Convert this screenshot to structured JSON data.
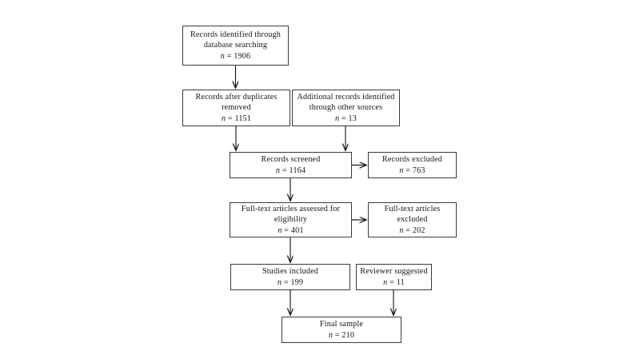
{
  "diagram": {
    "type": "prisma-flow-diagram",
    "background_color": "#ffffff",
    "box_border_color": "#3a3a3a",
    "text_color": "#151515",
    "arrow_color": "#1a1a1a",
    "boxes": {
      "identified": {
        "line1": "Records identified through",
        "line2": "database searching",
        "count_label": "n",
        "count_eq": " = ",
        "count_value": "1906",
        "count_text": "n = 1906"
      },
      "duplicates": {
        "line1": "Records after duplicates",
        "line2": "removed",
        "count_label": "n",
        "count_value": "1151",
        "count_text": "n = 1151"
      },
      "additional": {
        "line1": "Additional records identified",
        "line2": "through other sources",
        "count_label": "n",
        "count_value": "13",
        "count_text": "n = 13"
      },
      "screened": {
        "line1": "Records screened",
        "count_label": "n",
        "count_value": "1164",
        "count_text": "n = 1164"
      },
      "records_excluded": {
        "line1": "Records excluded",
        "count_label": "n",
        "count_value": "763",
        "count_text": "n = 763"
      },
      "fulltext_assessed": {
        "line1": "Full-text articles assessed for",
        "line2": "eligibility",
        "count_label": "n",
        "count_value": "401",
        "count_text": "n = 401"
      },
      "fulltext_excluded": {
        "line1": "Full-text articles",
        "line2": "excluded",
        "count_label": "n",
        "count_value": "202",
        "count_text": "n = 202"
      },
      "studies_included": {
        "line1": "Studies included",
        "count_label": "n",
        "count_value": "199",
        "count_text": "n = 199"
      },
      "reviewer_suggested": {
        "line1": "Reviewer suggested",
        "count_label": "n",
        "count_value": "11",
        "count_text": "n = 11"
      },
      "final_sample": {
        "line1": "Final sample",
        "count_label": "n",
        "count_value": "210",
        "count_text": "n = 210"
      }
    },
    "connectors": [
      {
        "name": "identified-to-duplicates",
        "from": "identified",
        "to": "duplicates"
      },
      {
        "name": "duplicates-to-screened",
        "from": "duplicates",
        "to": "screened"
      },
      {
        "name": "additional-to-screened",
        "from": "additional",
        "to": "screened"
      },
      {
        "name": "screened-to-records-excluded",
        "from": "screened",
        "to": "records_excluded"
      },
      {
        "name": "screened-to-fulltext",
        "from": "screened",
        "to": "fulltext_assessed"
      },
      {
        "name": "fulltext-to-fulltext-excluded",
        "from": "fulltext_assessed",
        "to": "fulltext_excluded"
      },
      {
        "name": "fulltext-to-studies",
        "from": "fulltext_assessed",
        "to": "studies_included"
      },
      {
        "name": "studies-to-final",
        "from": "studies_included",
        "to": "final_sample"
      },
      {
        "name": "reviewer-to-final",
        "from": "reviewer_suggested",
        "to": "final_sample"
      }
    ]
  }
}
